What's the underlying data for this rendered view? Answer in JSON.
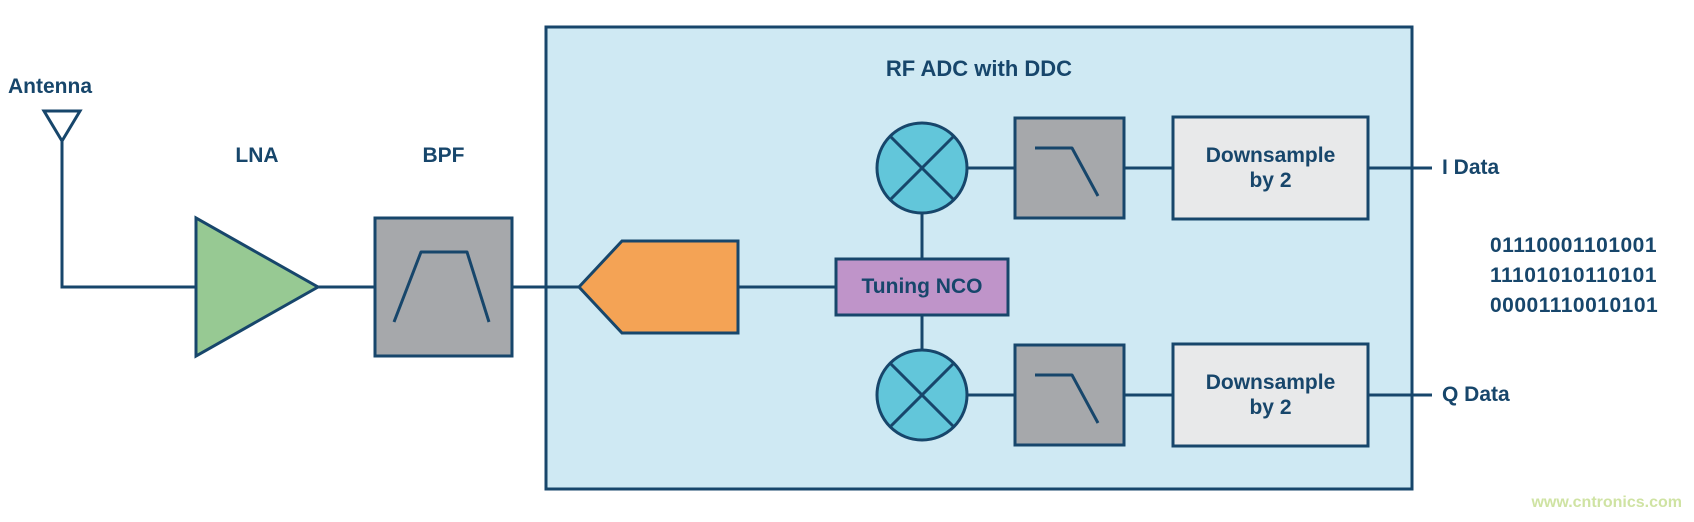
{
  "diagram": {
    "title": "RF ADC with DDC",
    "antenna_label": "Antenna",
    "lna_label": "LNA",
    "bpf_label": "BPF",
    "nco_label": "Tuning NCO",
    "downsample": {
      "line1": "Downsample",
      "line2": "by 2"
    },
    "outputs": {
      "i_label": "I Data",
      "q_label": "Q Data"
    },
    "binary_stream": [
      "01110001101001",
      "11101010110101",
      "00001110010101"
    ],
    "watermark": "www.cntronics.com",
    "colors": {
      "line_and_text": "#17466b",
      "ddc_box_fill": "#cfe9f3",
      "lna_fill": "#97c993",
      "filter_box_fill": "#a6a8ab",
      "adc_fill": "#f4a355",
      "mixer_fill": "#62c6da",
      "nco_fill": "#bf94c9",
      "downsample_fill": "#e8e9ea",
      "watermark_color": "#cfe3a3"
    }
  }
}
